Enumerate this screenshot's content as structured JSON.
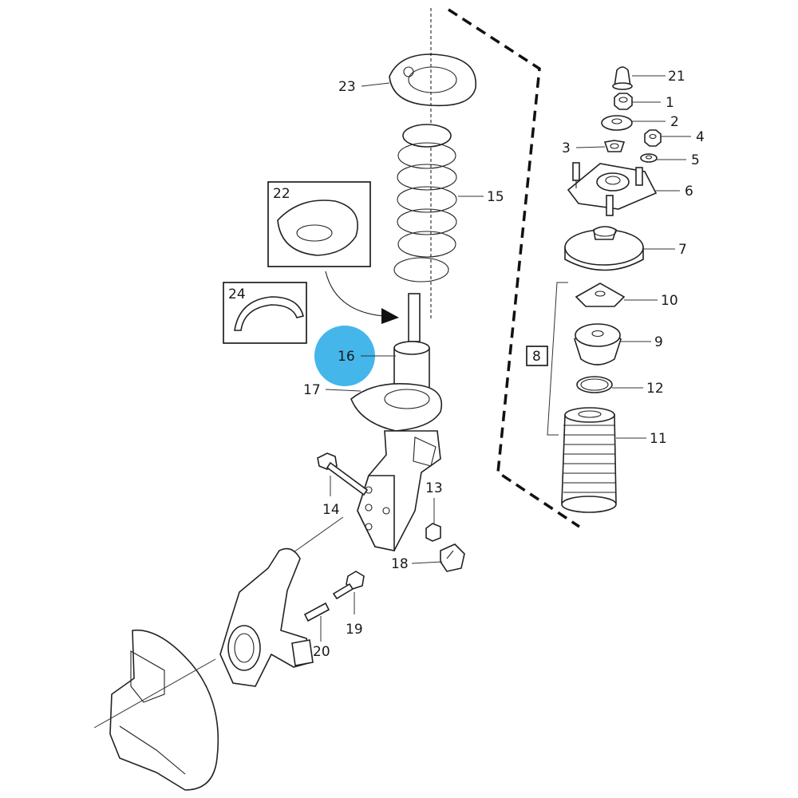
{
  "colors": {
    "highlight": "#45b6ea",
    "ink": "#222222",
    "background": "#ffffff"
  },
  "parts": {
    "p1": "1",
    "p2": "2",
    "p3": "3",
    "p4": "4",
    "p5": "5",
    "p6": "6",
    "p7": "7",
    "p8": "8",
    "p9": "9",
    "p10": "10",
    "p11": "11",
    "p12": "12",
    "p13": "13",
    "p14": "14",
    "p15": "15",
    "p16": "16",
    "p17": "17",
    "p18": "18",
    "p19": "19",
    "p20": "20",
    "p21": "21",
    "p22": "22",
    "p23": "23",
    "p24": "24"
  },
  "highlighted_part": "16"
}
